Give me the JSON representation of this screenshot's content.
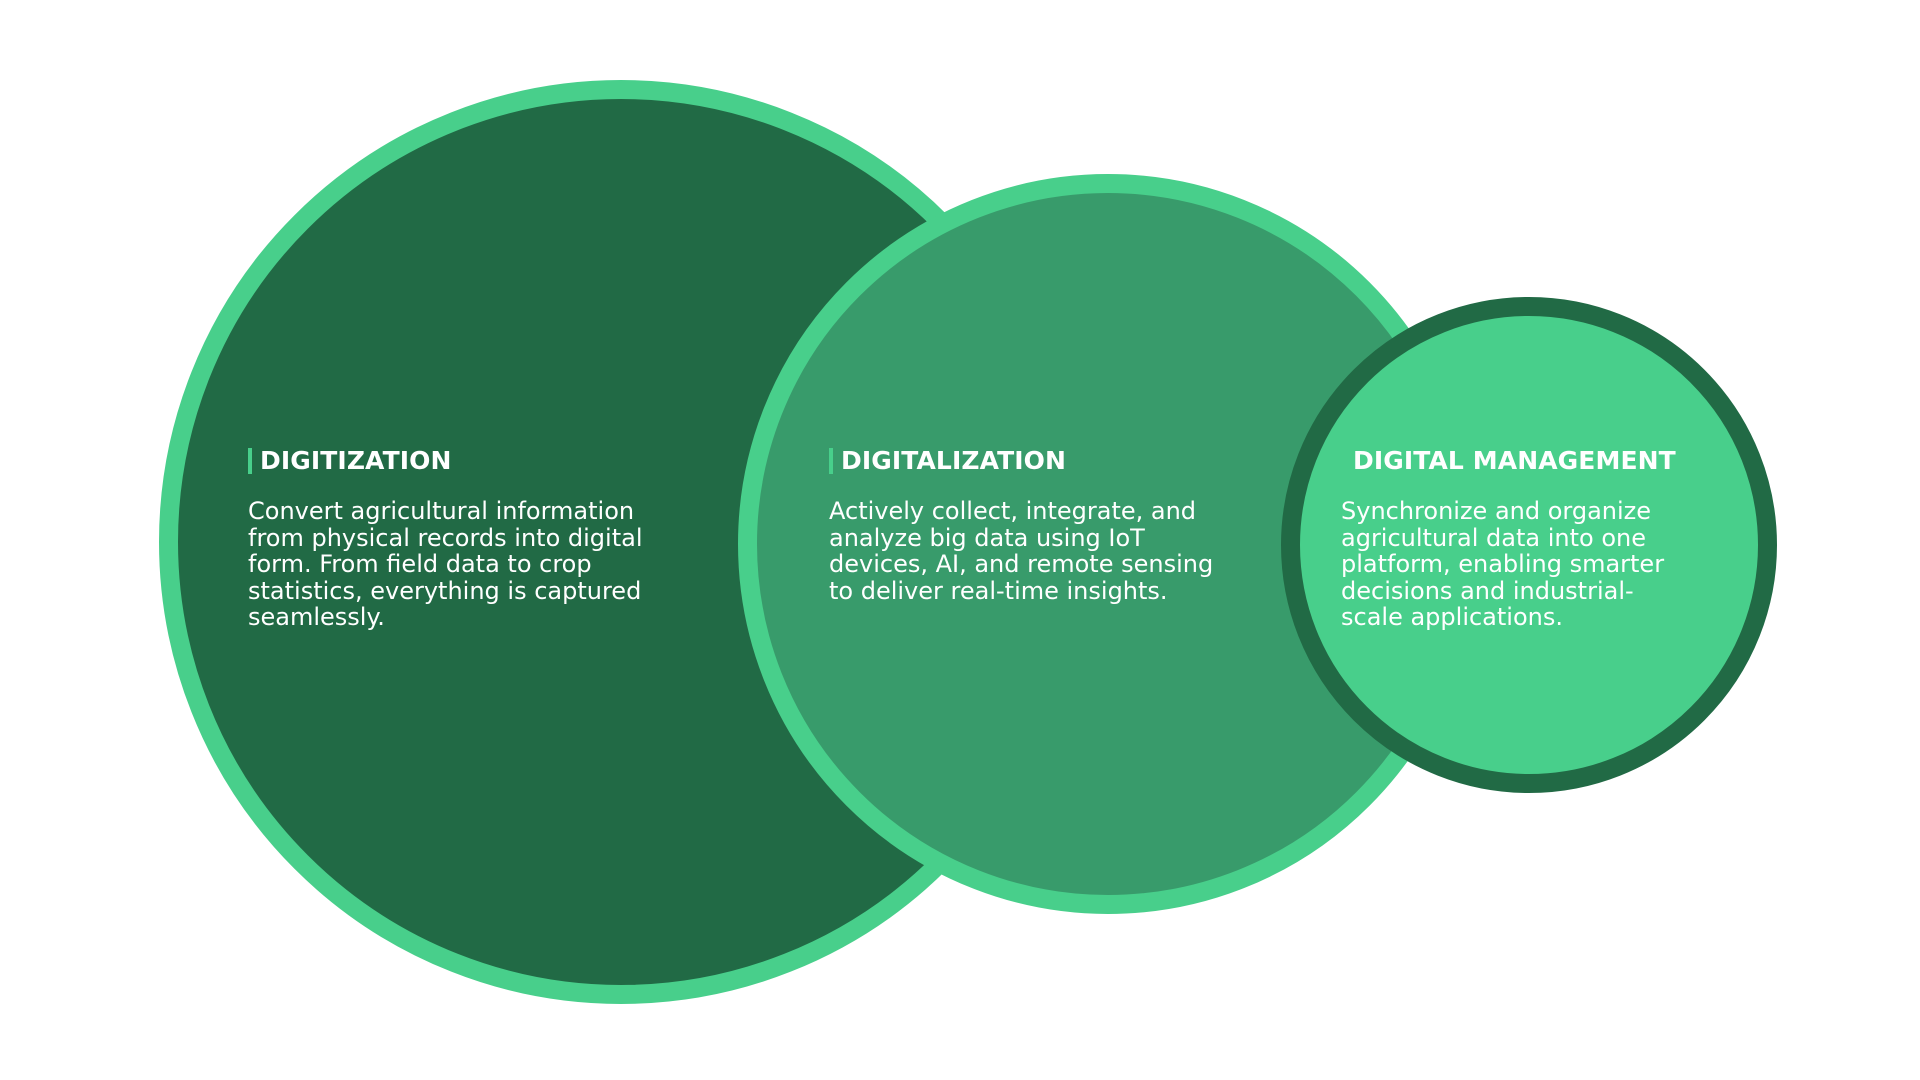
{
  "colors": {
    "background": "#ffffff",
    "dark_green": "#216a45",
    "medium_green": "#389b6b",
    "light_green": "#48cf8b",
    "accent_bar": "#48cf8b",
    "text": "#ffffff"
  },
  "stages": [
    {
      "title": "DIGITIZATION",
      "description": "Convert agricultural information\nfrom physical records into digital\nform. From field data to crop\nstatistics, everything is captured\nseamlessly."
    },
    {
      "title": "DIGITALIZATION",
      "description": "Actively collect, integrate, and\nanalyze big data using IoT\ndevices, AI, and remote sensing\nto deliver real-time insights."
    },
    {
      "title": "DIGITAL MANAGEMENT",
      "description": "Synchronize and organize\nagricultural data into one\nplatform, enabling smarter\ndecisions and industrial-\nscale applications."
    }
  ]
}
